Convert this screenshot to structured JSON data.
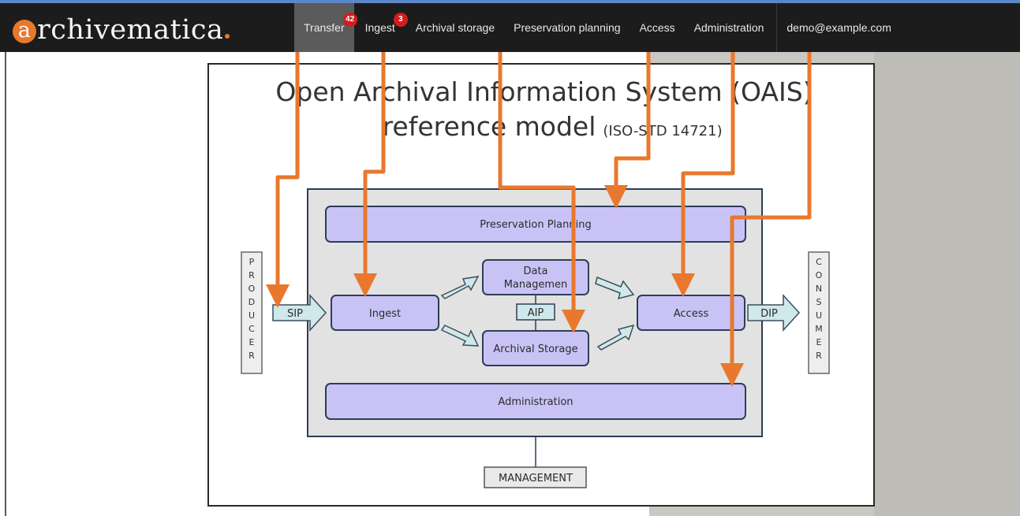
{
  "app": {
    "logo_text": "rchivematica",
    "logo_mark": "a"
  },
  "nav": {
    "items": [
      {
        "label": "Transfer",
        "badge": "42"
      },
      {
        "label": "Ingest",
        "badge": "3"
      },
      {
        "label": "Archival storage"
      },
      {
        "label": "Preservation planning"
      },
      {
        "label": "Access"
      },
      {
        "label": "Administration"
      },
      {
        "label": "demo@example.com"
      }
    ]
  },
  "diagram": {
    "title_line1": "Open Archival Information System (OAIS)",
    "title_line2": "reference model",
    "title_suffix": "(ISO-STD 14721)",
    "producer": [
      "P",
      "R",
      "O",
      "D",
      "U",
      "C",
      "E",
      "R"
    ],
    "consumer": [
      "C",
      "O",
      "N",
      "S",
      "U",
      "M",
      "E",
      "R"
    ],
    "sip": "SIP",
    "dip": "DIP",
    "aip": "AIP",
    "preservation_planning": "Preservation Planning",
    "ingest": "Ingest",
    "data_management_1": "Data",
    "data_management_2": "Managemen",
    "archival_storage": "Archival Storage",
    "access": "Access",
    "administration": "Administration",
    "management": "MANAGEMENT"
  },
  "colors": {
    "topbar": "#1c1c1c",
    "accent_orange": "#e8782e",
    "box_fill": "#c9c3f5",
    "arrow_fill": "#cfe9ea",
    "badge": "#d41c1c"
  }
}
